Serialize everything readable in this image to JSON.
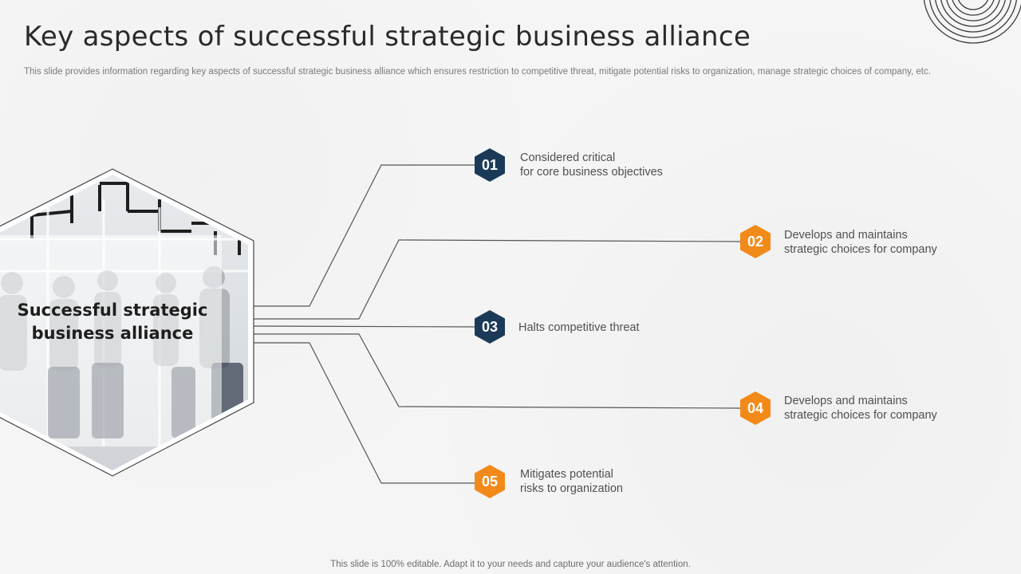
{
  "slide": {
    "title": "Key aspects of successful strategic business alliance",
    "subtitle": "This slide provides information regarding key aspects of successful strategic business alliance which ensures restriction to competitive threat, mitigate potential risks to organization, manage strategic choices of company, etc.",
    "center_label": "Successful strategic business alliance",
    "footer": "This slide is 100% editable. Adapt it to your needs and capture your audience's attention."
  },
  "colors": {
    "navy": "#1b3a57",
    "orange": "#f28a1a",
    "line": "#555555"
  },
  "items": [
    {
      "number": "01",
      "color": "navy",
      "line1": "Considered critical",
      "line2": "for core business objectives"
    },
    {
      "number": "02",
      "color": "orange",
      "line1": "Develops and maintains",
      "line2": "strategic choices for company"
    },
    {
      "number": "03",
      "color": "navy",
      "line1": "Halts competitive threat",
      "line2": ""
    },
    {
      "number": "04",
      "color": "orange",
      "line1": "Develops and maintains",
      "line2": "strategic choices for company"
    },
    {
      "number": "05",
      "color": "orange",
      "line1": "Mitigates potential",
      "line2": "risks to organization"
    }
  ]
}
